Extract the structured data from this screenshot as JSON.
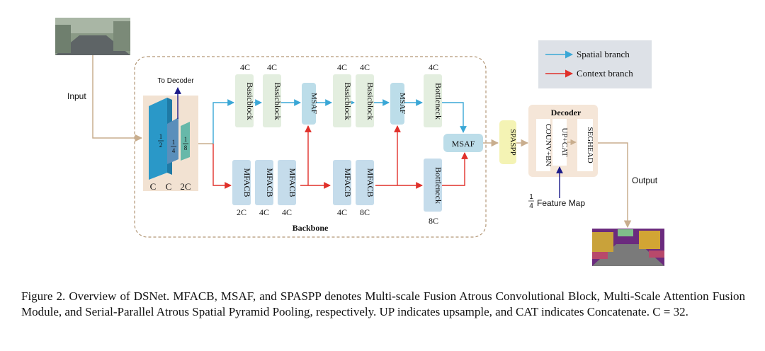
{
  "colors": {
    "spatial": "#3aa7d6",
    "context": "#e0302a",
    "input_line": "#c9ae8e",
    "decoder_line": "#1a1a8a",
    "green_block": "#e3eedf",
    "blue_block": "#c5dceb",
    "msaf_block": "#bcdde9",
    "spaspp_block": "#f4f3b4",
    "decoder_bg": "#f5e6d8",
    "stem_bg": "#f2e2d2",
    "legend_bg": "#dde1e7"
  },
  "labels": {
    "input": "Input",
    "output": "Output",
    "to_decoder": "To Decoder",
    "backbone": "Backbone",
    "decoder": "Decoder",
    "spaspp": "SPASPP",
    "msaf": "MSAF",
    "feature_map_num": "1",
    "feature_map_den": "4",
    "feature_map": "Feature Map"
  },
  "legend": {
    "spatial": "Spatial branch",
    "context": "Context branch"
  },
  "stem": {
    "frac1_num": "1",
    "frac1_den": "2",
    "frac2_num": "1",
    "frac2_den": "4",
    "frac3_num": "1",
    "frac3_den": "8",
    "ch1": "C",
    "ch2": "C",
    "ch3": "2C"
  },
  "spatial_blocks": [
    {
      "label": "Basicblock",
      "ch": "4C"
    },
    {
      "label": "Basicblock",
      "ch": "4C"
    },
    {
      "label": "Basicblock",
      "ch": "4C"
    },
    {
      "label": "Basicblock",
      "ch": "4C"
    },
    {
      "label": "Bottleneck",
      "ch": "4C"
    }
  ],
  "context_blocks": [
    {
      "label": "MFACB",
      "ch": "2C"
    },
    {
      "label": "MFACB",
      "ch": "4C"
    },
    {
      "label": "MFACB",
      "ch": "4C"
    },
    {
      "label": "MFACB",
      "ch": "4C"
    },
    {
      "label": "MFACB",
      "ch": "8C"
    },
    {
      "label": "Bottleneck",
      "ch": "8C"
    }
  ],
  "decoder_blocks": [
    "COUNV+BN",
    "UP+CAT",
    "SEGHEAD"
  ],
  "caption": "Figure 2.  Overview of DSNet.  MFACB, MSAF, and SPASPP denotes Multi-scale Fusion Atrous Convolutional Block, Multi-Scale Attention Fusion Module, and Serial-Parallel Atrous Spatial Pyramid Pooling, respectively.  UP indicates upsample, and CAT indicates Concatenate.  C = 32."
}
